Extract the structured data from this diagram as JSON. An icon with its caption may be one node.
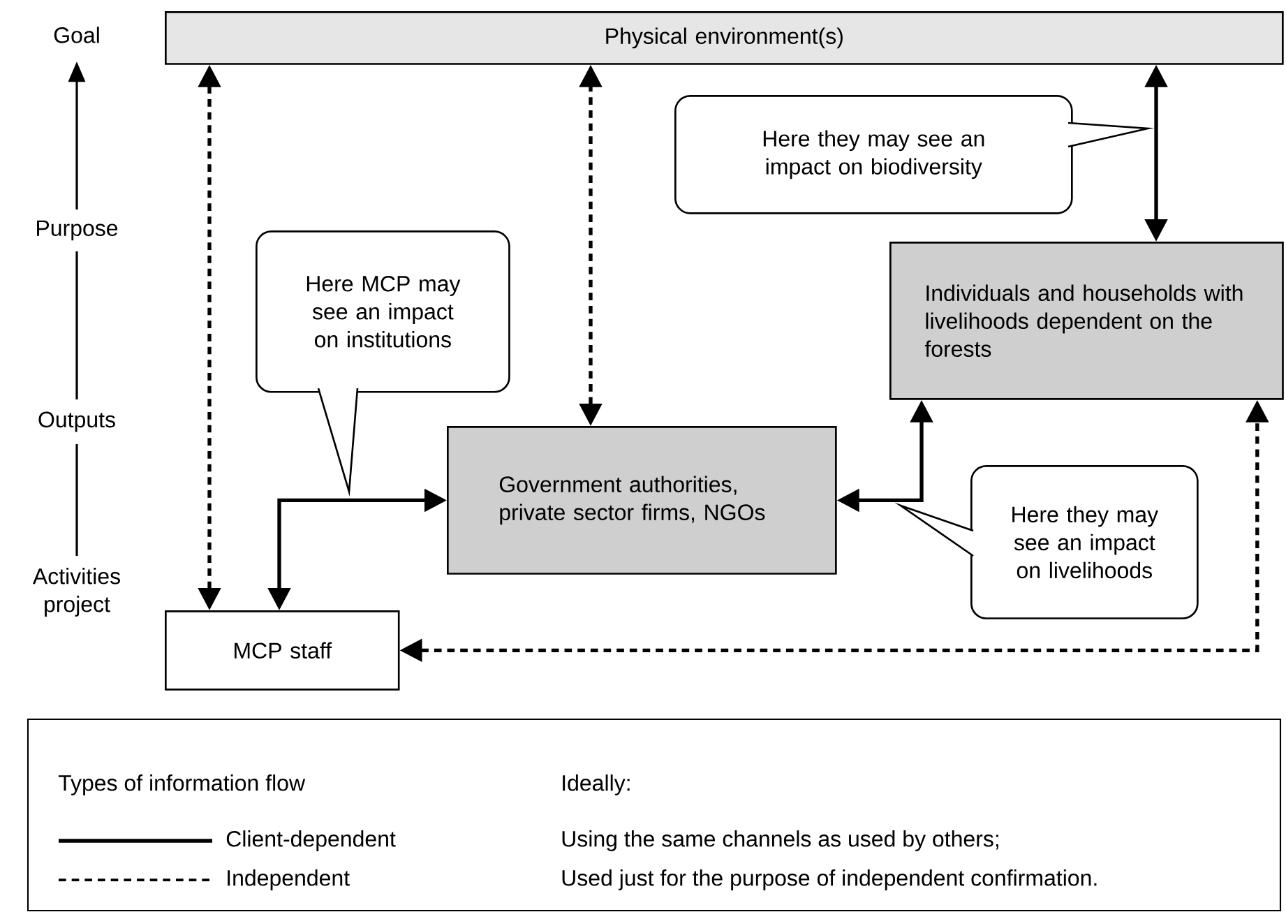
{
  "diagram": {
    "nodes": [
      {
        "text": [
          "Physical environment(s)"
        ]
      },
      {
        "text": [
          "MCP staff"
        ]
      },
      {
        "text": [
          "Government authorities, private sector firms, NGOs"
        ]
      },
      {
        "text": [
          "Individuals and households with livelihoods dependent on the forests"
        ]
      },
      {
        "text": [
          "Here MCP may see an impact on institutions"
        ]
      },
      {
        "text": [
          "Here they may see an impact on biodiversity"
        ]
      },
      {
        "text": [
          "Here they may see an impact on livelihoods"
        ]
      }
    ],
    "edges": [
      {
        "from": 1,
        "to": 0,
        "arrow": "both",
        "style": "dashed"
      },
      {
        "from": 2,
        "to": 0,
        "arrow": "both",
        "style": "dashed"
      },
      {
        "from": 3,
        "to": 0,
        "arrow": "both"
      },
      {
        "from": 1,
        "to": 2,
        "arrow": "both"
      },
      {
        "from": 2,
        "to": 3,
        "arrow": "both"
      },
      {
        "from": 1,
        "to": 3,
        "arrow": "both",
        "style": "dashed"
      }
    ],
    "labels": [
      "Goal",
      "Purpose",
      "Outputs",
      "Activities project",
      "Types of information flow",
      "Ideally:",
      "Using the same channels as used by others;",
      "Used just for the purpose of independent confirmation."
    ],
    "legend": [
      {
        "text": "Client-dependent"
      },
      {
        "text": "Independent"
      }
    ]
  }
}
